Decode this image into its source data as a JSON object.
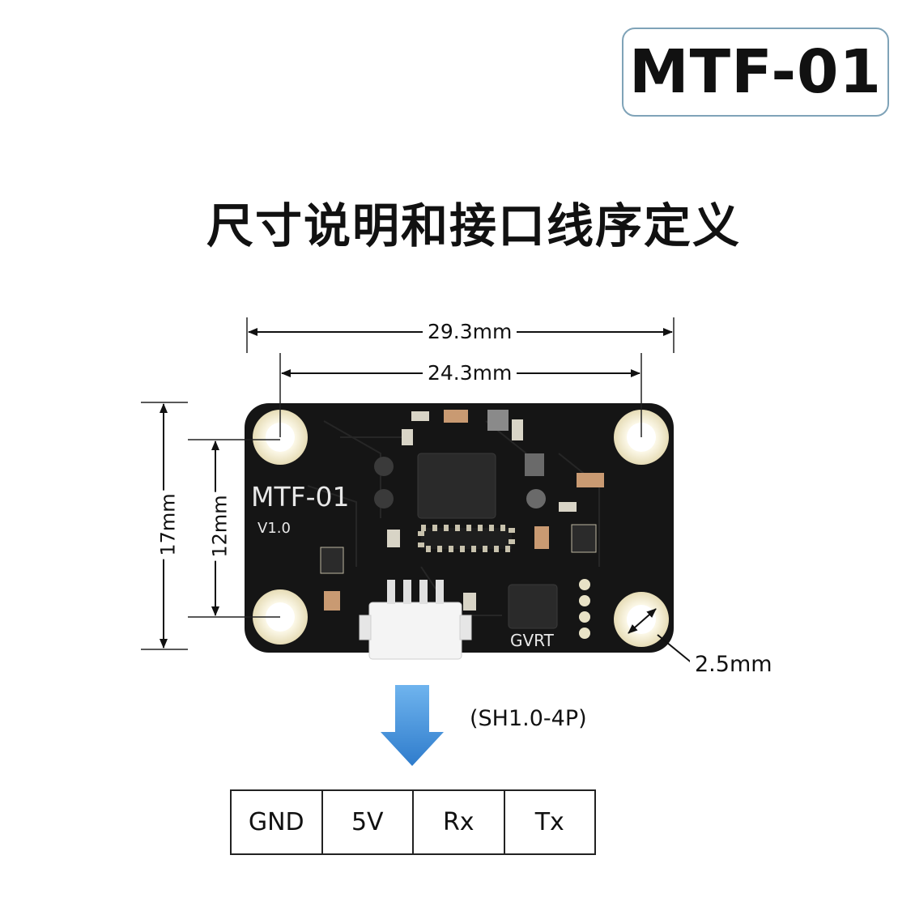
{
  "badge": {
    "text": "MTF-01"
  },
  "heading": {
    "text": "尺寸说明和接口线序定义"
  },
  "dimensions": {
    "overall_width": "29.3mm",
    "hole_spacing_width": "24.3mm",
    "overall_height": "17mm",
    "hole_spacing_height": "12mm",
    "hole_diameter": "2.5mm"
  },
  "board": {
    "model_label": "MTF-01",
    "version_label": "V1.0",
    "brand_label": "GVRT",
    "colors": {
      "pcb": "#151515",
      "pad": "#f2ecd4",
      "connector": "#f4f4f4"
    }
  },
  "connector": {
    "type_label": "(SH1.0-4P)"
  },
  "pinout": [
    "GND",
    "5V",
    "Rx",
    "Tx"
  ],
  "accent_color": "#3d8fd8"
}
